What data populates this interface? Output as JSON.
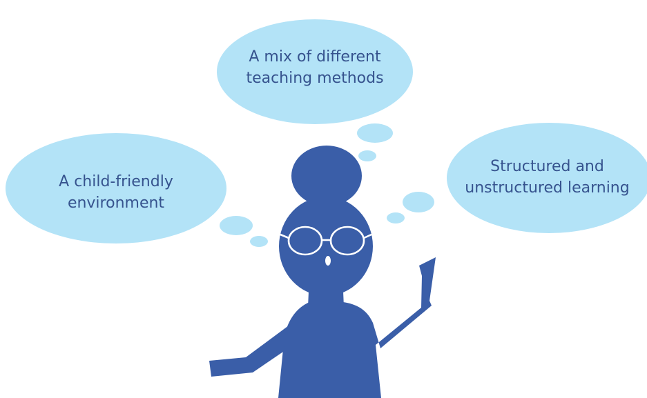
{
  "colors": {
    "bubble": "#b3e3f7",
    "figure": "#3a5ea8",
    "text": "#36538e",
    "face_detail": "#ffffff"
  },
  "thoughts": {
    "top": {
      "line1": "A mix of different",
      "line2": "teaching methods"
    },
    "left": {
      "line1": "A child-friendly",
      "line2": "environment"
    },
    "right": {
      "line1": "Structured and",
      "line2": "unstructured learning"
    }
  },
  "figure": {
    "description_icon": "teacher-figure-icon"
  }
}
